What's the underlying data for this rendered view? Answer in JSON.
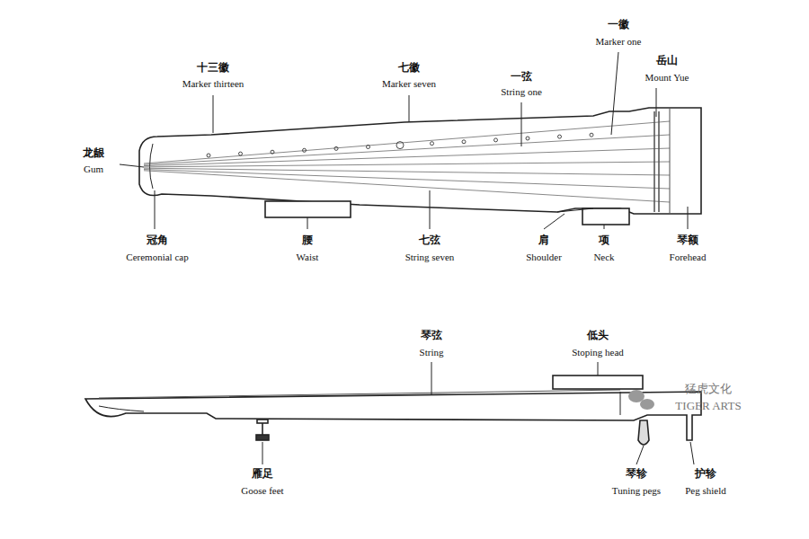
{
  "diagram": {
    "labels": [
      "十三徽",
      "Marker thirteen",
      "七徽",
      "Marker seven",
      "一弦",
      "String one",
      "一徽",
      "Marker one",
      "岳山",
      "Mount Yue",
      "龙龈",
      "Gum",
      "冠角",
      "Ceremonial cap",
      "腰",
      "Waist",
      "七弦",
      "String seven",
      "肩",
      "Shoulder",
      "项",
      "Neck",
      "琴额",
      "Forehead",
      "琴弦",
      "String",
      "低头",
      "Stoping head",
      "雁足",
      "Goose feet",
      "琴轸",
      "Tuning pegs",
      "护轸",
      "Peg shield",
      "猛虎文化",
      "TIGER ARTS"
    ]
  }
}
